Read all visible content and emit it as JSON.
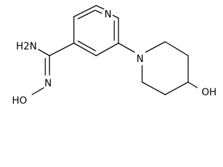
{
  "molecule": {
    "atoms": {
      "ring_n": "N",
      "pip_n": "N",
      "amidine_nh2": "H2N",
      "oxime_n": "N",
      "oxime_oh": "HO",
      "pip_oh": "OH"
    }
  }
}
